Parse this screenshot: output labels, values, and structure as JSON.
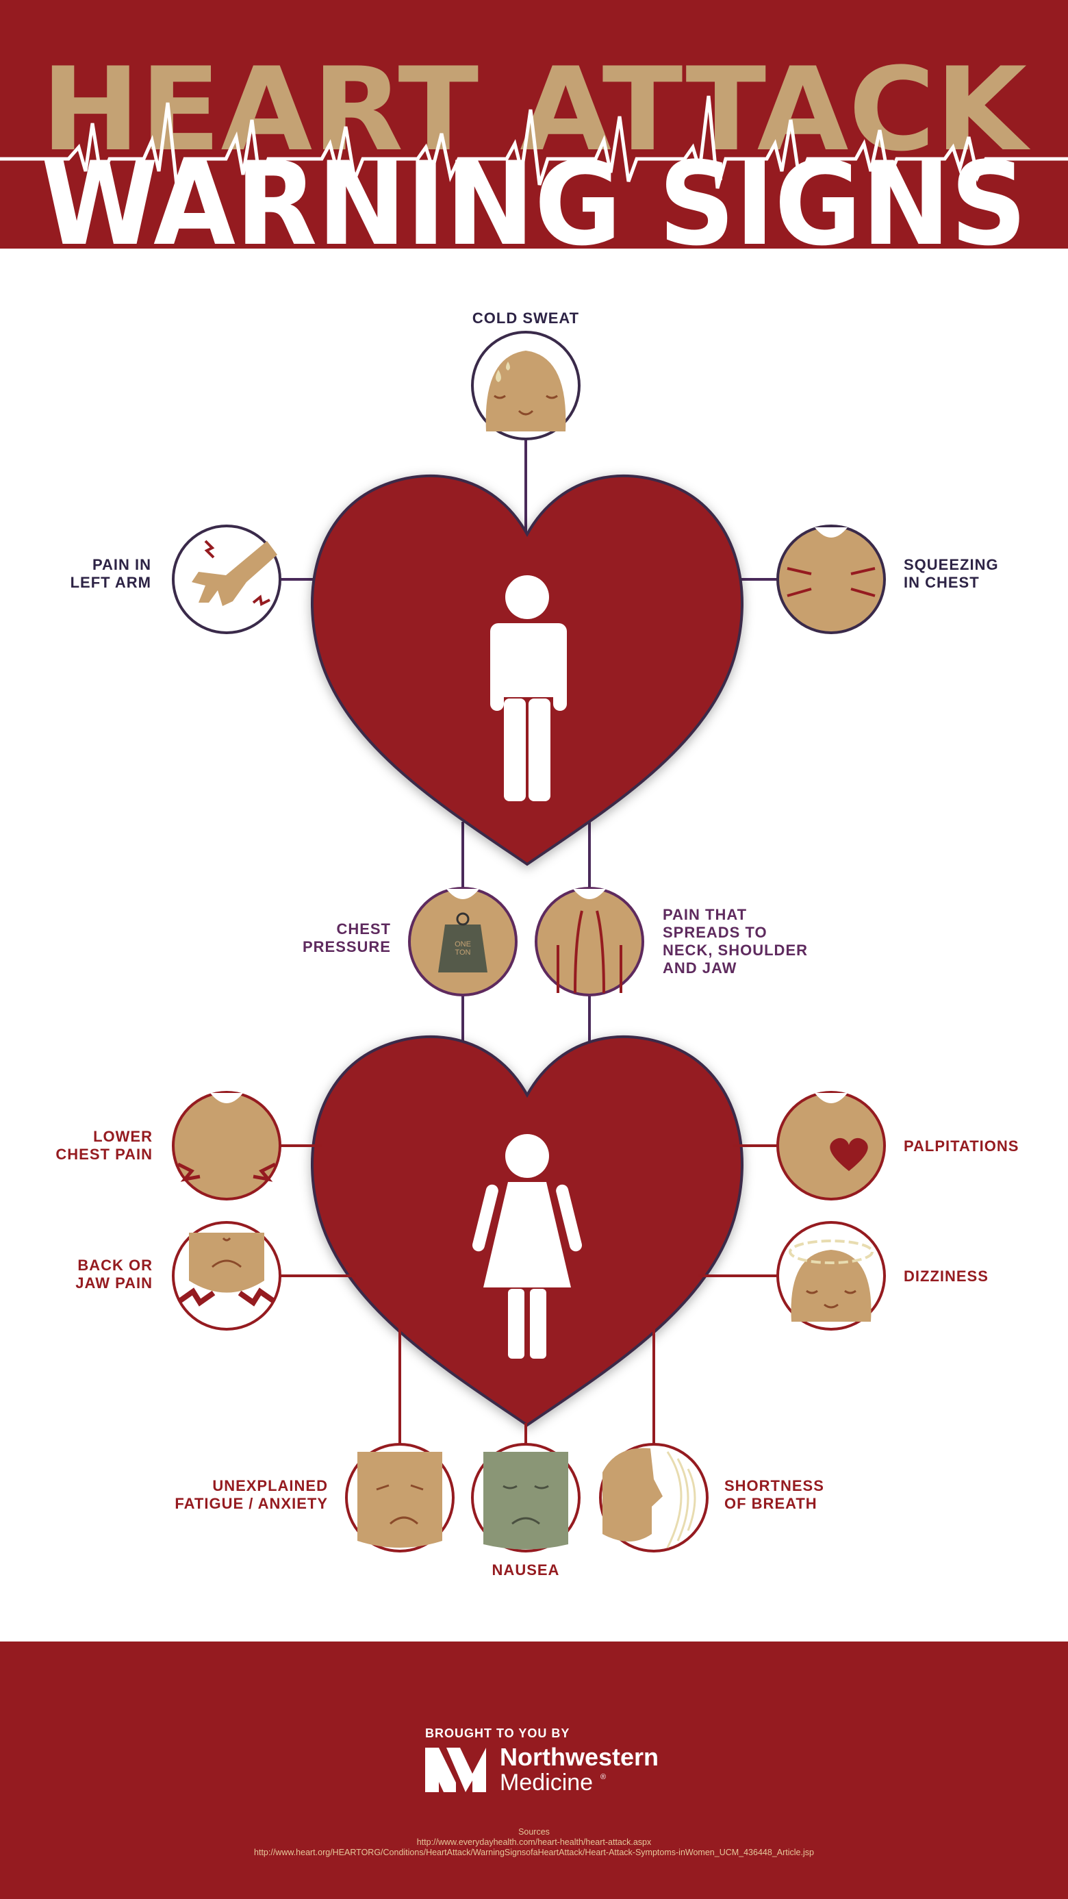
{
  "header": {
    "title_line1": "HEART ATTACK",
    "title_line2": "WARNING SIGNS"
  },
  "men_signs": {
    "cold_sweat": "COLD SWEAT",
    "left_arm": [
      "PAIN IN",
      "LEFT ARM"
    ],
    "squeezing": [
      "SQUEEZING",
      "IN CHEST"
    ]
  },
  "shared_signs": {
    "chest_pressure": [
      "CHEST",
      "PRESSURE"
    ],
    "weight_label": [
      "ONE",
      "TON"
    ],
    "spreading_pain": [
      "PAIN THAT",
      "SPREADS TO",
      "NECK, SHOULDER",
      "AND JAW"
    ]
  },
  "women_signs": {
    "lower_chest": [
      "LOWER",
      "CHEST PAIN"
    ],
    "back_jaw": [
      "BACK OR",
      "JAW PAIN"
    ],
    "palpitations": "PALPITATIONS",
    "dizziness": "DIZZINESS",
    "fatigue": [
      "UNEXPLAINED",
      "FATIGUE / ANXIETY"
    ],
    "nausea": "NAUSEA",
    "shortness": [
      "SHORTNESS",
      "OF BREATH"
    ]
  },
  "footer": {
    "brought_by": "BROUGHT TO YOU BY",
    "brand_line1": "Northwestern",
    "brand_line2": "Medicine",
    "registered": "®",
    "sources_title": "Sources",
    "sources": [
      "http://www.everydayhealth.com/heart-health/heart-attack.aspx",
      "http://www.heart.org/HEARTORG/Conditions/HeartAttack/WarningSignsofaHeartAttack/Heart-Attack-Symptoms-inWomen_UCM_436448_Article.jsp"
    ]
  },
  "colors": {
    "red": "#951b20",
    "tan": "#c4a274",
    "skin": "#c8a06e",
    "navy": "#2d2345",
    "purple": "#5e2a5e"
  }
}
